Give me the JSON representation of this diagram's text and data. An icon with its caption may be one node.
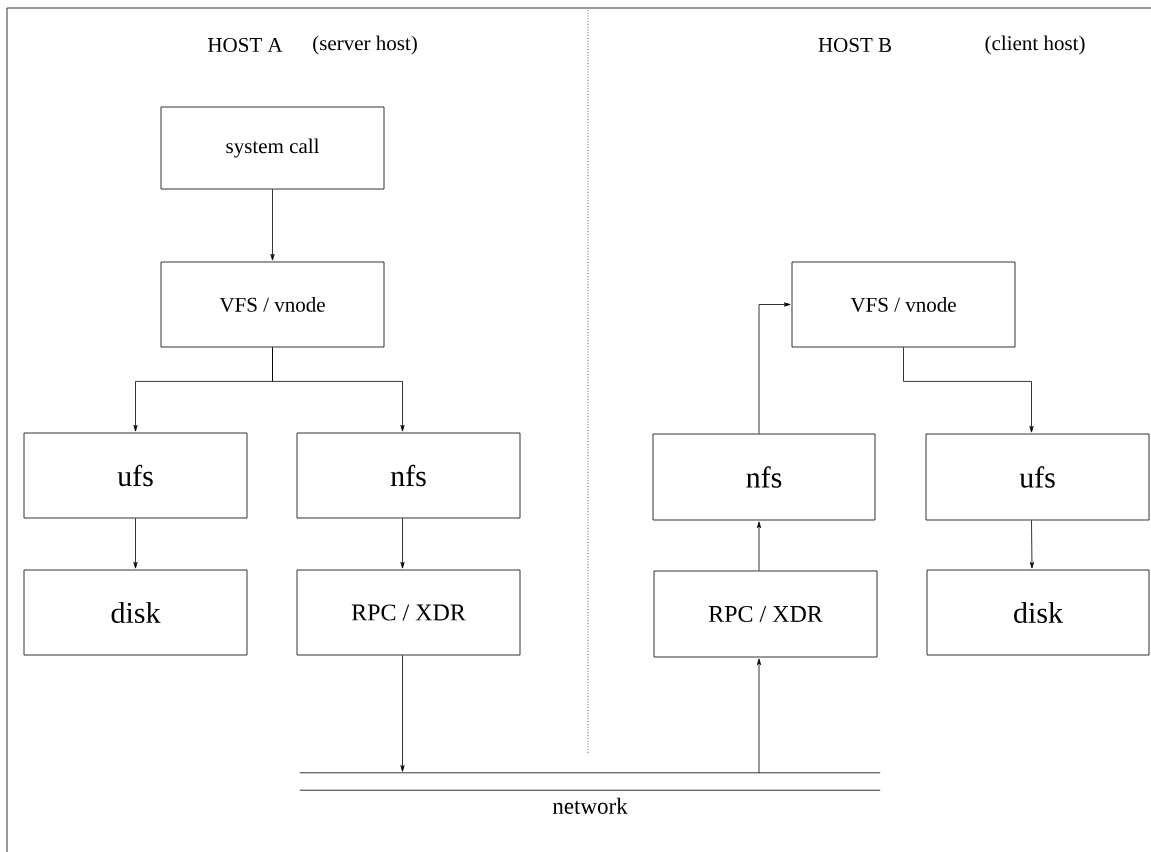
{
  "diagram": {
    "nodes": [
      {
        "text": [
          "system call"
        ]
      },
      {
        "text": [
          "VFS / vnode"
        ]
      },
      {
        "text": [
          "ufs"
        ]
      },
      {
        "text": [
          "nfs"
        ]
      },
      {
        "text": [
          "disk"
        ]
      },
      {
        "text": [
          "RPC / XDR"
        ]
      },
      {
        "text": [
          "VFS / vnode"
        ]
      },
      {
        "text": [
          "nfs"
        ]
      },
      {
        "text": [
          "ufs"
        ]
      },
      {
        "text": [
          "RPC / XDR"
        ]
      },
      {
        "text": [
          "disk"
        ]
      },
      {
        "text": [
          "network"
        ]
      }
    ],
    "edges": [
      {
        "from": 0,
        "to": 1,
        "arrow": "to"
      },
      {
        "from": 1,
        "to": 2,
        "arrow": "to"
      },
      {
        "from": 1,
        "to": 3,
        "arrow": "to"
      },
      {
        "from": 2,
        "to": 4,
        "arrow": "to"
      },
      {
        "from": 3,
        "to": 5,
        "arrow": "to"
      },
      {
        "from": 5,
        "to": 11,
        "arrow": "to"
      },
      {
        "from": 11,
        "to": 9,
        "arrow": "to"
      },
      {
        "from": 9,
        "to": 7,
        "arrow": "to"
      },
      {
        "from": 7,
        "to": 6,
        "arrow": "to"
      },
      {
        "from": 6,
        "to": 8,
        "arrow": "to"
      },
      {
        "from": 8,
        "to": 10,
        "arrow": "to"
      }
    ],
    "labels": [
      "HOST A",
      "(server host)",
      "HOST B",
      "(client host)"
    ]
  }
}
